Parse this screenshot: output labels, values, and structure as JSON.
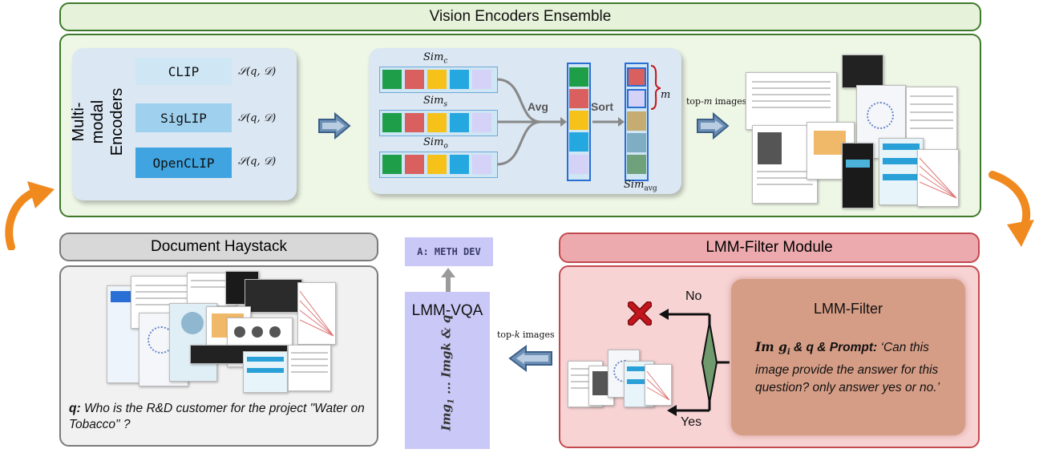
{
  "encoders_section": {
    "title": "Vision Encoders Ensemble",
    "side_label_line1": "Multi-modal",
    "side_label_line2": "Encoders",
    "encoders": [
      {
        "name": "CLIP",
        "score": "𝒮(q, 𝒟)",
        "color": "#cfe6f5"
      },
      {
        "name": "SigLIP",
        "score": "𝒮(q, 𝒟)",
        "color": "#9fd1ee"
      },
      {
        "name": "OpenCLIP",
        "score": "𝒮(q, 𝒟)",
        "color": "#3fa4e0"
      }
    ],
    "sim_labels": [
      "Sim_c",
      "Sim_s",
      "Sim_o"
    ],
    "avg_label": "Avg",
    "sort_label": "Sort",
    "m_label": "m",
    "sim_avg_label": "Sim_avg",
    "topm_label": "top-m images"
  },
  "haystack_section": {
    "title": "Document Haystack",
    "query_prefix": "q:",
    "query_text": "Who is the R&D customer for the project \"Water on Tobacco\" ?"
  },
  "vqa_section": {
    "answer": "A: METH DEV",
    "title": "LMM-VQA",
    "input_label": "Img_1 ... Img_k & q",
    "topk_label": "top-k images"
  },
  "filter_section": {
    "title": "LMM-Filter Module",
    "no_label": "No",
    "yes_label": "Yes",
    "card_title": "LMM-Filter",
    "prompt_prefix": "Img_i & q & Prompt:",
    "prompt_text": "‘Can this image provide the answer for this question? only answer yes or no.’"
  },
  "colors": {
    "green": "#1f9e4a",
    "red": "#d9605e",
    "yellow": "#f6c21a",
    "blue": "#25a8e0",
    "lavender": "#d4d2f7",
    "sorted_tan": "#c5ac70",
    "sorted_teal": "#7faec4",
    "sorted_green": "#6fa27a",
    "column_border": "#2a6fd6",
    "reject_red": "#c0161c"
  }
}
